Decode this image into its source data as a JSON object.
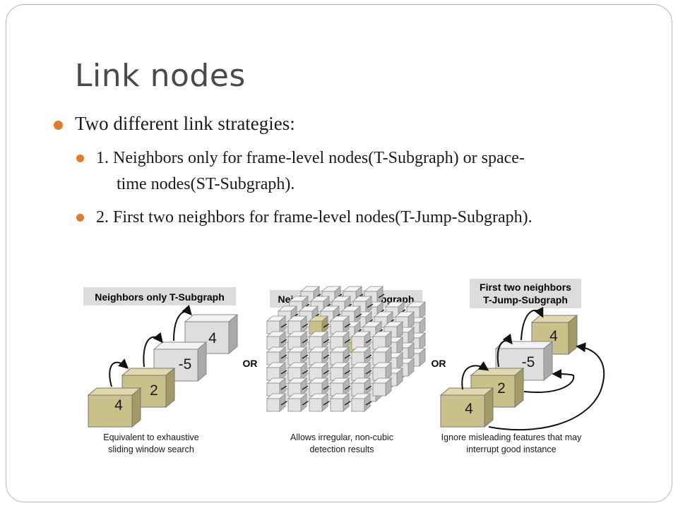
{
  "slide": {
    "title": "Link nodes",
    "bullet_main": "Two different link strategies:",
    "sub_bullets": [
      {
        "line1": "1. Neighbors only for frame-level nodes(T-Subgraph) or space-",
        "line2": "time nodes(ST-Subgraph)."
      },
      {
        "line1": "2. First two neighbors for frame-level nodes(T-Jump-Subgraph).",
        "line2": ""
      }
    ]
  },
  "figure": {
    "panel_left": {
      "label": "Neighbors only T-Subgraph",
      "boxes": [
        "4",
        "2",
        "-5",
        "4"
      ],
      "caption_line1": "Equivalent to exhaustive",
      "caption_line2": "sliding window search"
    },
    "or_1": "OR",
    "panel_middle": {
      "label": "Neighbors only ST-Subgraph",
      "caption_line1": "Allows irregular, non-cubic",
      "caption_line2": "detection results"
    },
    "or_2": "OR",
    "panel_right": {
      "label_line1": "First two neighbors",
      "label_line2": "T-Jump-Subgraph",
      "boxes": [
        "4",
        "2",
        "-5",
        "4"
      ],
      "caption_line1": "Ignore misleading features that may",
      "caption_line2": "interrupt good instance"
    }
  },
  "colors": {
    "bullet": "#e07a2e",
    "title": "#4a4a4a",
    "box_tan": "#c9c08a",
    "box_gray": "#dedede",
    "label_bg": "#dcdcdc"
  }
}
